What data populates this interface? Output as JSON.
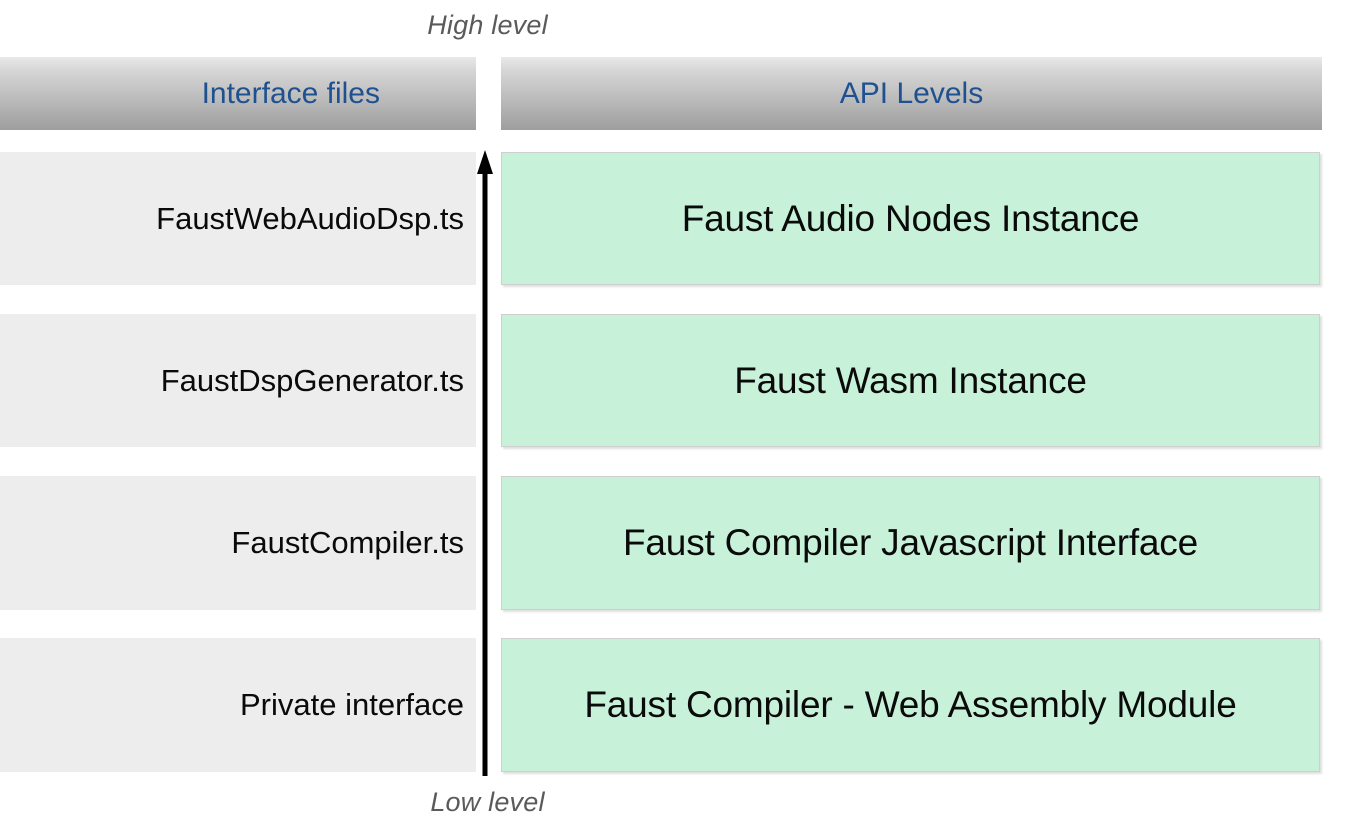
{
  "diagram": {
    "title_top": "High level",
    "title_bottom": "Low level",
    "columns": {
      "left_header": "Interface files",
      "right_header": "API Levels"
    },
    "accent_header_text_color": "#1f5190",
    "box_fill_color": "#c8f1da",
    "row_fill_color": "#ededed",
    "arrow": {
      "name": "level-axis-arrow",
      "direction": "up",
      "meaning": "abstraction level increases upward"
    },
    "rows": [
      {
        "file": "FaustWebAudioDsp.ts",
        "api": "Faust Audio Nodes Instance"
      },
      {
        "file": "FaustDspGenerator.ts",
        "api": "Faust Wasm Instance"
      },
      {
        "file": "FaustCompiler.ts",
        "api": "Faust Compiler Javascript Interface"
      },
      {
        "file": "Private interface",
        "api": "Faust Compiler - Web Assembly Module"
      }
    ]
  }
}
